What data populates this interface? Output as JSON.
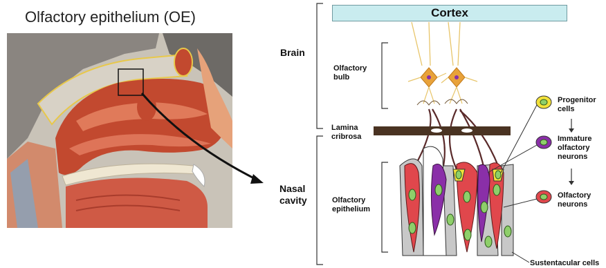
{
  "title": "Olfactory epithelium (OE)",
  "cortex": "Cortex",
  "labels": {
    "brain": "Brain",
    "olfactory_bulb": "Olfactory\nbulb",
    "lamina_cribrosa": "Lamina\ncribrosa",
    "nasal_cavity": "Nasal\ncavity",
    "olfactory_epithelium": "Olfactory\nepithelium",
    "progenitor": "Progenitor\ncells",
    "immature": "Immature\nolfactory\nneurons",
    "olfactory_neurons": "Olfactory\nneurons",
    "sustentacular": "Sustentacular cells"
  },
  "colors": {
    "cortex_fill": "#c9ecef",
    "progenitor": "#f2e13a",
    "immature": "#8a2fa8",
    "neuron": "#e0474c",
    "nucleus": "#8ecf6a",
    "support": "#c8c8c8",
    "lamina": "#4a3322"
  }
}
